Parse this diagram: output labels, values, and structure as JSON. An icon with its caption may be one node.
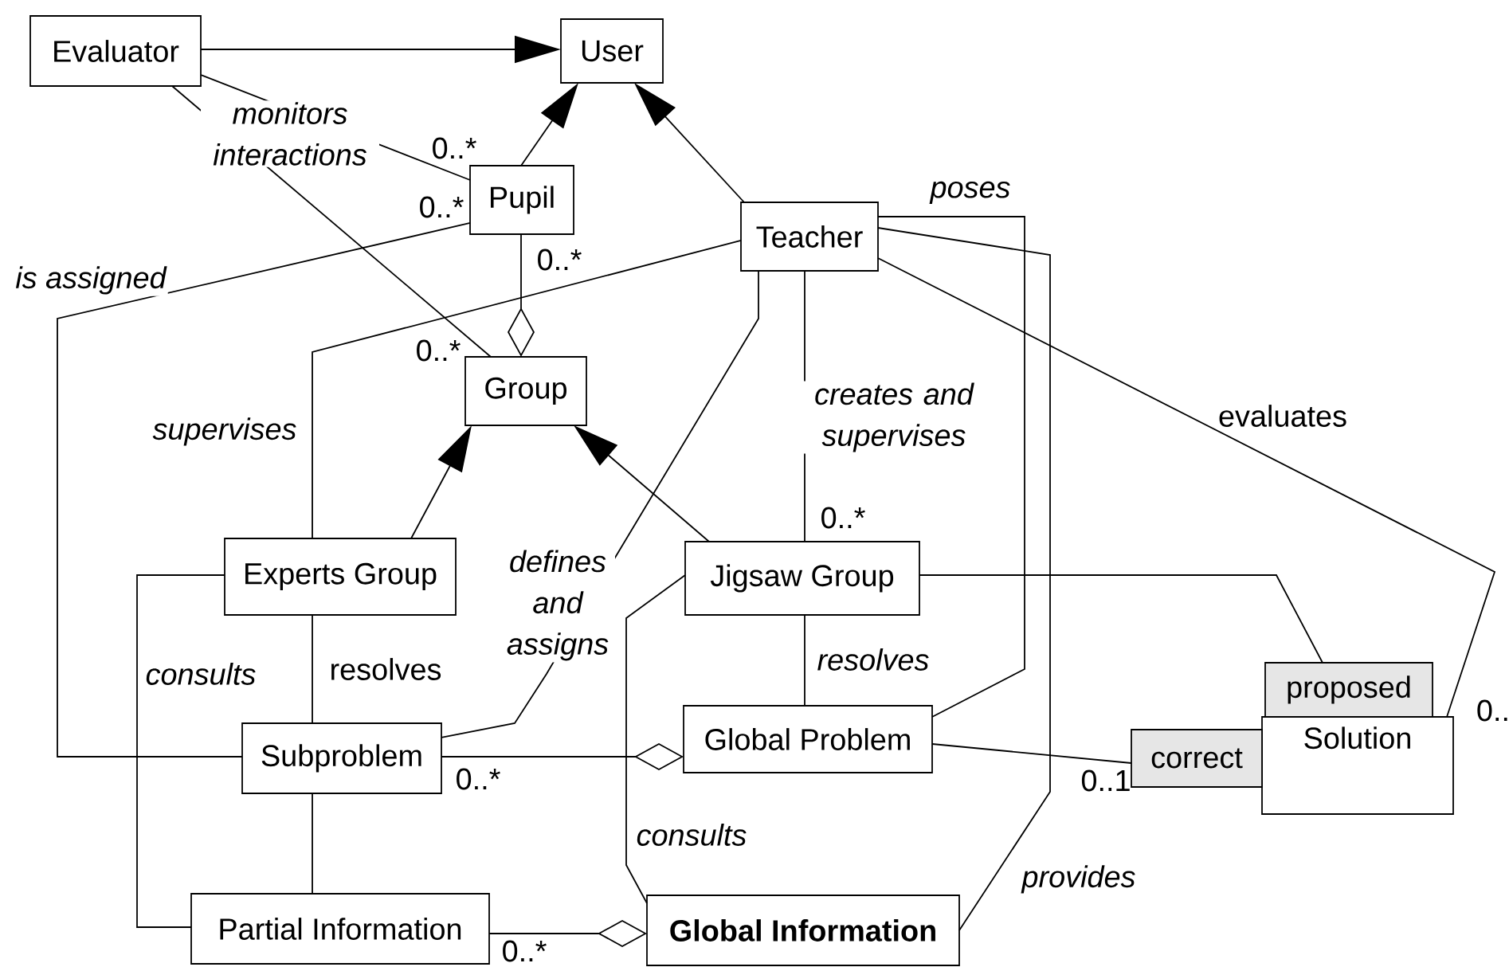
{
  "diagram": {
    "nodes": [
      {
        "text": [
          "Evaluator"
        ]
      },
      {
        "text": [
          "User"
        ]
      },
      {
        "text": [
          "Pupil"
        ]
      },
      {
        "text": [
          "Teacher"
        ]
      },
      {
        "text": [
          "Group"
        ]
      },
      {
        "text": [
          "Experts Group"
        ]
      },
      {
        "text": [
          "Jigsaw Group"
        ]
      },
      {
        "text": [
          "Subproblem"
        ]
      },
      {
        "text": [
          "Global Problem"
        ]
      },
      {
        "text": [
          "Solution"
        ]
      },
      {
        "text": [
          "proposed"
        ]
      },
      {
        "text": [
          "correct"
        ]
      },
      {
        "text": [
          "Partial Information"
        ]
      },
      {
        "text": [
          "Global Information"
        ]
      }
    ],
    "edges": [
      {
        "from": 0,
        "to": 1,
        "arrow": "to"
      },
      {
        "from": 2,
        "to": 1,
        "arrow": "to"
      },
      {
        "from": 3,
        "to": 1,
        "arrow": "to"
      },
      {
        "from": 0,
        "to": 2,
        "arrow": "none",
        "label": "monitors interactions"
      },
      {
        "from": 0,
        "to": 4,
        "arrow": "none"
      },
      {
        "from": 2,
        "to": 4,
        "arrow": "other"
      },
      {
        "from": 2,
        "to": 7,
        "arrow": "none",
        "label": "is assigned"
      },
      {
        "from": 3,
        "to": 5,
        "arrow": "none",
        "label": "supervises"
      },
      {
        "from": 5,
        "to": 4,
        "arrow": "to"
      },
      {
        "from": 6,
        "to": 4,
        "arrow": "to"
      },
      {
        "from": 3,
        "to": 7,
        "arrow": "none",
        "label": "defines and assigns"
      },
      {
        "from": 3,
        "to": 6,
        "arrow": "none",
        "label": "creates and supervises"
      },
      {
        "from": 3,
        "to": 8,
        "arrow": "none",
        "label": "poses"
      },
      {
        "from": 3,
        "to": 13,
        "arrow": "none",
        "label": "provides"
      },
      {
        "from": 3,
        "to": 9,
        "arrow": "none",
        "label": "evaluates"
      },
      {
        "from": 6,
        "to": 10,
        "arrow": "none"
      },
      {
        "from": 8,
        "to": 11,
        "arrow": "none"
      },
      {
        "from": 5,
        "to": 12,
        "arrow": "none",
        "label": "consults"
      },
      {
        "from": 5,
        "to": 7,
        "arrow": "none",
        "label": "resolves"
      },
      {
        "from": 6,
        "to": 8,
        "arrow": "none",
        "label": "resolves"
      },
      {
        "from": 6,
        "to": 13,
        "arrow": "none",
        "label": "consults"
      },
      {
        "from": 7,
        "to": 8,
        "arrow": "other"
      },
      {
        "from": 7,
        "to": 12,
        "arrow": "none"
      },
      {
        "from": 12,
        "to": 13,
        "arrow": "other"
      }
    ],
    "labels": [
      "0..*",
      "0..*",
      "0..*",
      "0..*",
      "0..*",
      "0..*",
      "0..1",
      "0..",
      "0..*"
    ]
  }
}
